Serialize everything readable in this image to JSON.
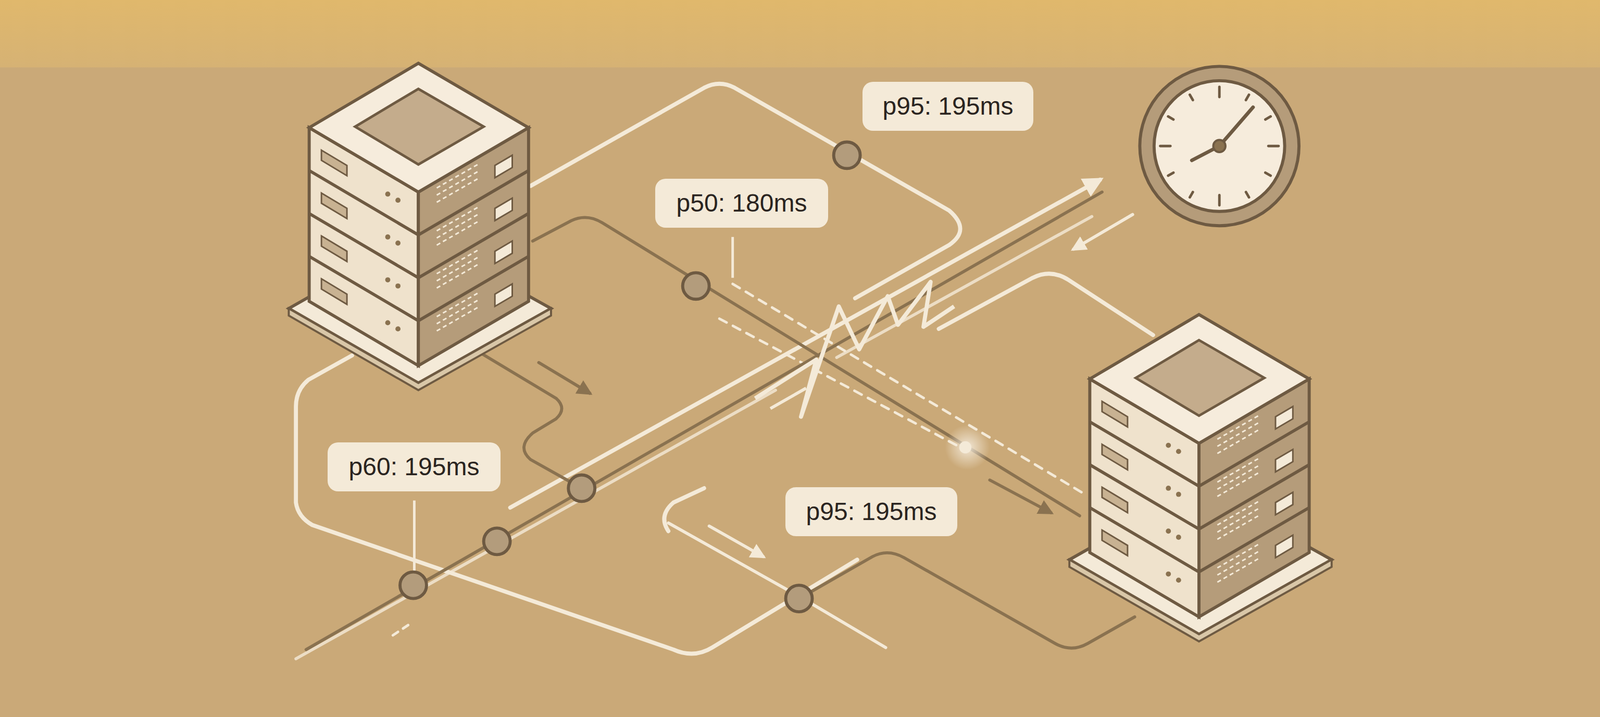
{
  "diagram": {
    "nodes": [
      {
        "text": [
          "p95: 195ms"
        ]
      },
      {
        "text": [
          "p50: 180ms"
        ]
      },
      {
        "text": [
          "p60: 195ms"
        ]
      },
      {
        "text": [
          "p95: 195ms"
        ]
      }
    ]
  }
}
